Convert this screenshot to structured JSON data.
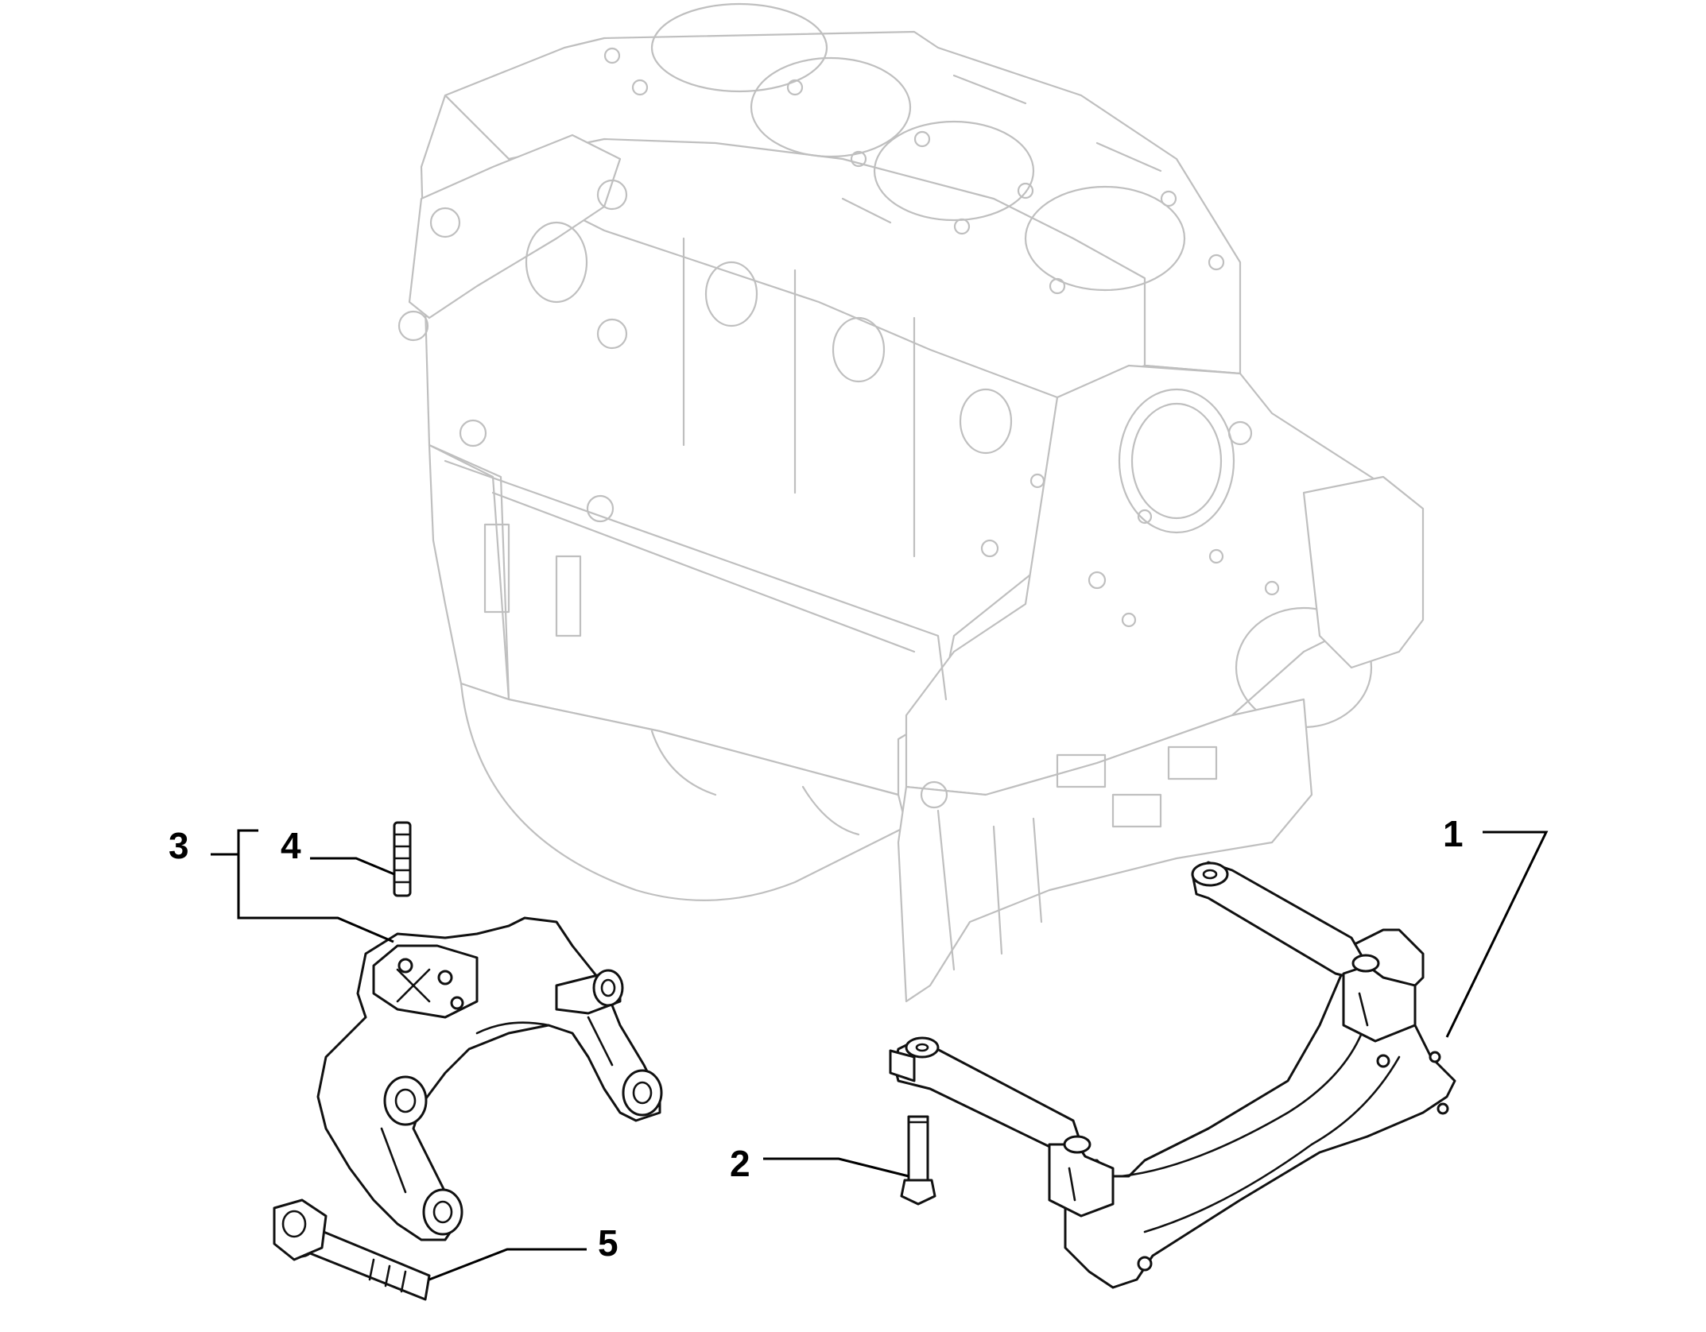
{
  "callouts": [
    {
      "id": "1",
      "label": "1"
    },
    {
      "id": "2",
      "label": "2"
    },
    {
      "id": "3",
      "label": "3"
    },
    {
      "id": "4",
      "label": "4"
    },
    {
      "id": "5",
      "label": "5"
    }
  ],
  "colors": {
    "background": "#ffffff",
    "reference_part": "#bfbfbf",
    "highlighted_part": "#111111",
    "leader_line": "#000000"
  }
}
